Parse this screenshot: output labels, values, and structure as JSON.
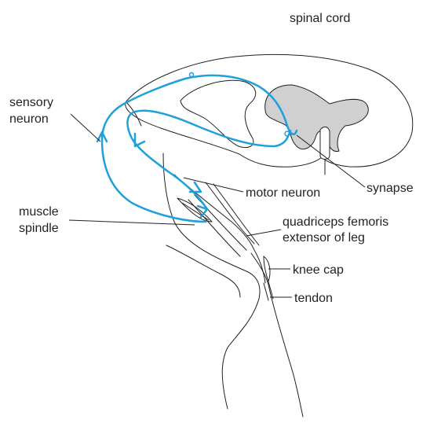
{
  "labels": {
    "spinal_cord": "spinal cord",
    "sensory_neuron_line1": "sensory",
    "sensory_neuron_line2": "neuron",
    "motor_neuron": "motor neuron",
    "synapse": "synapse",
    "muscle_spindle_line1": "muscle",
    "muscle_spindle_line2": "spindle",
    "quadriceps_line1": "quadriceps femoris",
    "quadriceps_line2": "extensor of leg",
    "knee_cap": "knee cap",
    "tendon": "tendon"
  },
  "colors": {
    "nerve_pathway": "#1ea0dc",
    "grey_matter": "#d0d0d0",
    "outline": "#231f20",
    "background": "#ffffff"
  }
}
